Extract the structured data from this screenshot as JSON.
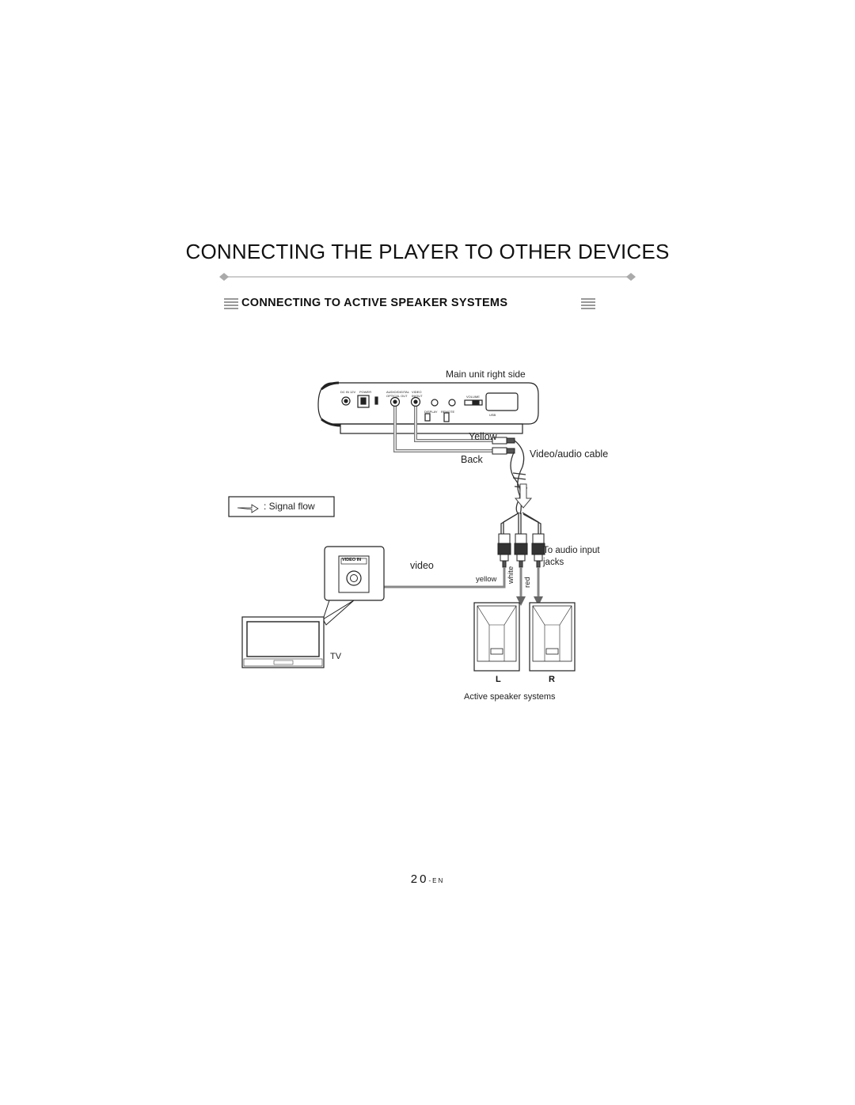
{
  "page": {
    "title": "CONNECTING THE PLAYER TO OTHER DEVICES",
    "section_heading": "CONNECTING TO ACTIVE SPEAKER SYSTEMS",
    "page_number": "20",
    "page_suffix": "-EN"
  },
  "diagram": {
    "main_unit_label": "Main unit right side",
    "yellow_label": "Yellow",
    "black_label": "Back",
    "cable_label": "Video/audio cable",
    "signal_flow_label": ": Signal flow",
    "video_label": "video",
    "video_in_label": "VIDEO IN",
    "yellow_plug_label": "yellow",
    "white_plug_label": "white",
    "red_plug_label": "red",
    "audio_input_label_line1": "To audio input",
    "audio_input_label_line2": "jacks",
    "tv_label": "TV",
    "speaker_left_label": "L",
    "speaker_right_label": "R",
    "speakers_caption": "Active speaker systems"
  }
}
